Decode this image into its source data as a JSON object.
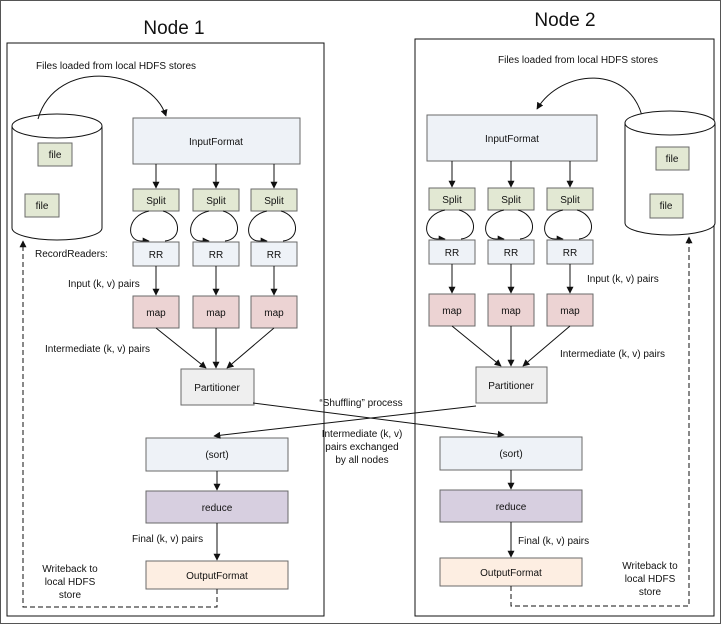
{
  "node1": {
    "title": "Node 1",
    "files_loaded_label": "Files loaded from local HDFS stores",
    "files": [
      "file",
      "file"
    ],
    "input_format": "InputFormat",
    "splits": [
      "Split",
      "Split",
      "Split"
    ],
    "record_readers_label": "RecordReaders:",
    "record_readers": [
      "RR",
      "RR",
      "RR"
    ],
    "input_pairs_label": "Input (k, v) pairs",
    "maps": [
      "map",
      "map",
      "map"
    ],
    "intermediate_label": "Intermediate (k, v) pairs",
    "partitioner": "Partitioner",
    "sort": "(sort)",
    "reduce": "reduce",
    "final_label": "Final (k, v) pairs",
    "output_format": "OutputFormat",
    "writeback_label": [
      "Writeback to",
      "local HDFS",
      "store"
    ]
  },
  "node2": {
    "title": "Node 2",
    "files_loaded_label": "Files loaded from local HDFS stores",
    "files": [
      "file",
      "file"
    ],
    "input_format": "InputFormat",
    "splits": [
      "Split",
      "Split",
      "Split"
    ],
    "record_readers": [
      "RR",
      "RR",
      "RR"
    ],
    "input_pairs_label": "Input (k, v) pairs",
    "maps": [
      "map",
      "map",
      "map"
    ],
    "intermediate_label": "Intermediate (k, v) pairs",
    "partitioner": "Partitioner",
    "sort": "(sort)",
    "reduce": "reduce",
    "final_label": "Final (k, v) pairs",
    "output_format": "OutputFormat",
    "writeback_label": [
      "Writeback to",
      "local HDFS",
      "store"
    ]
  },
  "shuffle": {
    "title": "“Shuffling” process",
    "description": [
      "Intermediate (k, v)",
      "pairs exchanged",
      "by all nodes"
    ]
  },
  "colors": {
    "input_format_fill": "#eef2f7",
    "split_fill": "#e2e8d3",
    "rr_fill": "#eef2f7",
    "map_fill": "#ecd3d3",
    "partitioner_fill": "#efefef",
    "sort_fill": "#eef2f7",
    "reduce_fill": "#d7cfe0",
    "output_format_fill": "#fdeee2",
    "file_fill": "#e2e8d3"
  }
}
